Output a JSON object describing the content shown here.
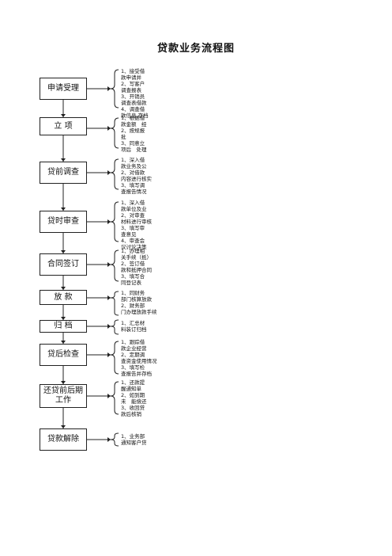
{
  "title": "贷款业务流程图",
  "steps": [
    {
      "label": "申请受理",
      "notes": [
        "1、接受借",
        "款申请并",
        "2、写客户",
        "调查报表",
        "3、开销员",
        "调查表借款",
        "4、调查借",
        "款信息,存档"
      ]
    },
    {
      "label": "立 项",
      "notes": [
        "1、根据借",
        "款金额　经",
        "2、按规报",
        "批",
        "3、同意立",
        "项后　处理"
      ]
    },
    {
      "label": "贷前调查",
      "notes": [
        "1、深入借",
        "款业务及公",
        "2、对借款",
        "内容进行核实",
        "3、填写调",
        "查报告情况"
      ]
    },
    {
      "label": "贷时审查",
      "notes": [
        "1、深入借",
        "款单位及业",
        "2、对审查",
        "材料进行审核",
        "3、填写审",
        "查意见",
        "4、审查会",
        "议讨论决策"
      ]
    },
    {
      "label": "合同签订",
      "notes": [
        "1、办理相",
        "关手续（抵）",
        "2、签订借",
        "款和抵押合同",
        "3、填写合",
        "同登记表"
      ]
    },
    {
      "label": "放 款",
      "notes": [
        "1、同财务",
        "部门核算放款",
        "2、财务部",
        "门办理放款手续"
      ]
    },
    {
      "label": "归 档",
      "notes": [
        "1、汇总材",
        "料装订归档"
      ]
    },
    {
      "label": "贷后检查",
      "notes": [
        "1、跟踪借",
        "款企业经营",
        "2、定期调",
        "查资金使用情况",
        "3、填写检",
        "查报告并存档"
      ]
    },
    {
      "label": "还贷前后期工作",
      "notes": [
        "1、还款提",
        "醒通知单",
        "2、如到期",
        "未　能偿还",
        "3、收回贷",
        "款后核销"
      ]
    },
    {
      "label": "贷款解除",
      "notes": [
        "1、业务部",
        "通知客户贷"
      ]
    }
  ]
}
